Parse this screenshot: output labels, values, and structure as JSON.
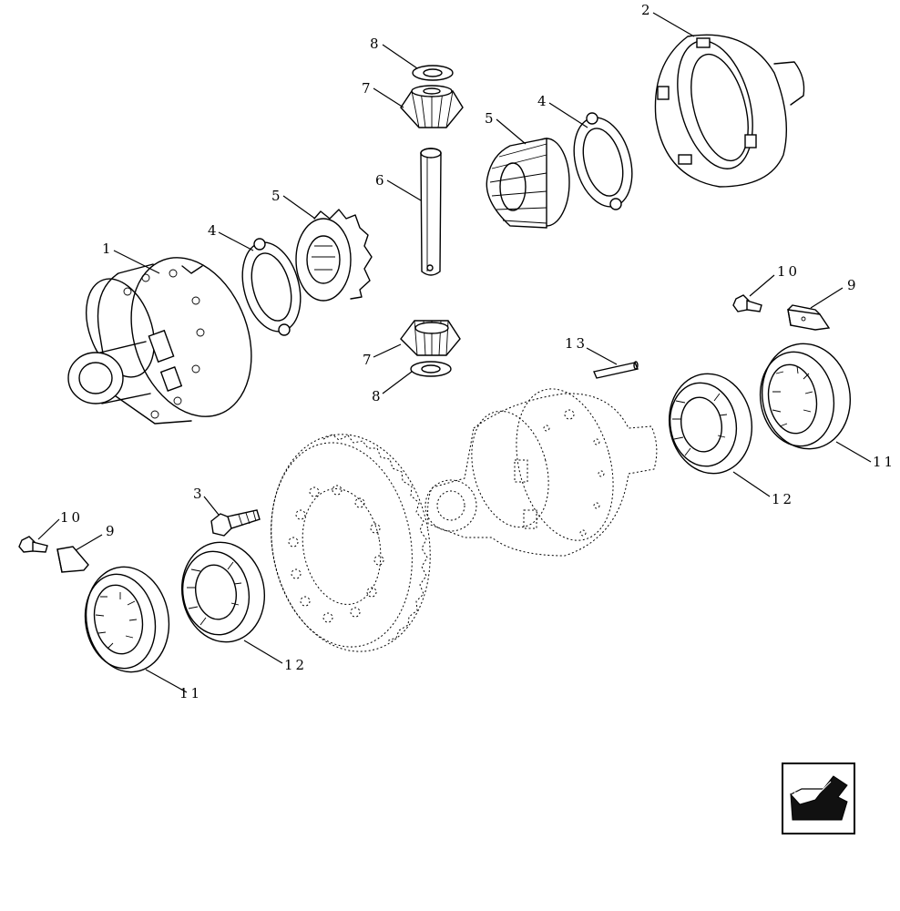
{
  "callouts": {
    "c1": "1",
    "c2": "2",
    "c3": "3",
    "c4a": "4",
    "c4b": "4",
    "c5a": "5",
    "c5b": "5",
    "c6": "6",
    "c7a": "7",
    "c7b": "7",
    "c8a": "8",
    "c8b": "8",
    "c9a": "9",
    "c9b": "9",
    "c10a": "10",
    "c10b": "10",
    "c11a": "11",
    "c11b": "11",
    "c12a": "12",
    "c12b": "12",
    "c13": "13"
  },
  "nav_icon": "arrow-back-icon"
}
